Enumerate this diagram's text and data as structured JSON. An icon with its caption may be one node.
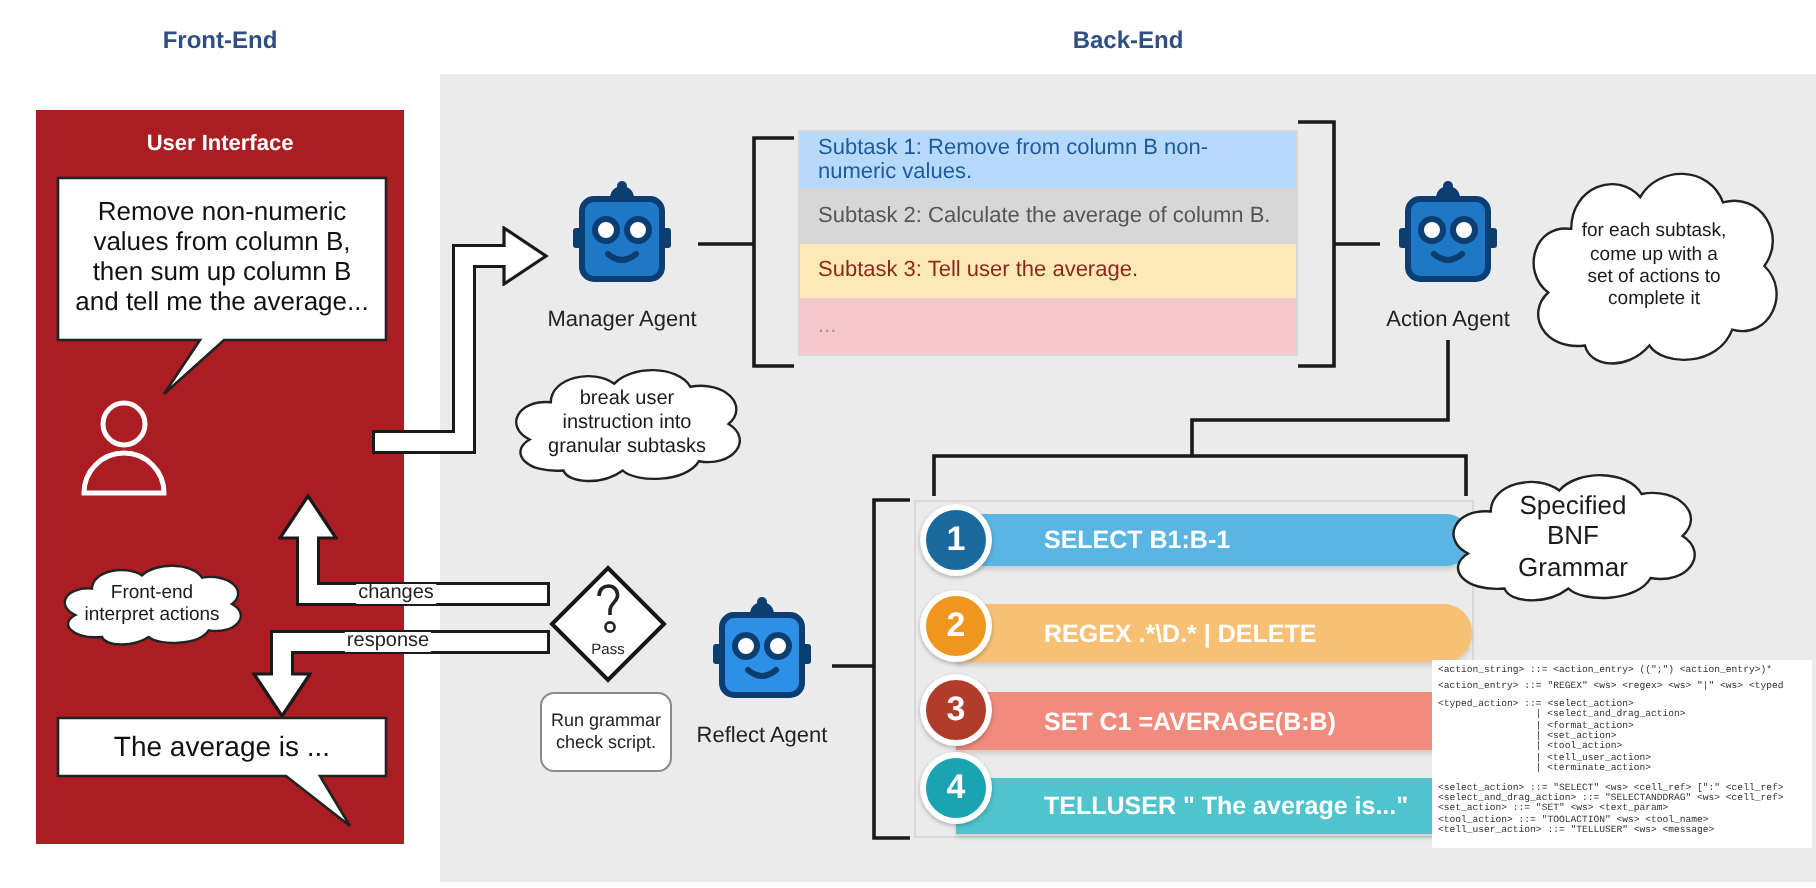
{
  "diagram": {
    "nodes": [
      {
        "text": [
          "Front-End",
          "User Interface"
        ]
      },
      {
        "text": [
          "Remove non-numeric values from column B, then sum up column B and tell me the average..."
        ],
        "in": 0
      },
      {
        "text": [
          "Front-end interpret actions"
        ],
        "in": 0
      },
      {
        "text": [
          "The average is ..."
        ],
        "in": 0
      },
      {
        "text": [
          "Back-End"
        ]
      },
      {
        "text": [
          "Manager Agent"
        ],
        "in": 4
      },
      {
        "text": [
          "break user instruction into granular subtasks"
        ],
        "in": 4
      },
      {
        "text": [],
        "shape": "box",
        "in": 4
      },
      {
        "text": [
          "Subtask 1: Remove from column B non-numeric values."
        ],
        "in": 7
      },
      {
        "text": [
          "Subtask 2: Calculate the average of column B."
        ],
        "in": 7
      },
      {
        "text": [
          "Subtask 3: Tell user the average."
        ],
        "in": 7
      },
      {
        "text": [
          "..."
        ],
        "in": 7
      },
      {
        "text": [
          "Action Agent"
        ],
        "in": 4
      },
      {
        "text": [
          "for each subtask, come up with a set of actions to complete it"
        ],
        "in": 4
      },
      {
        "text": [],
        "shape": "box",
        "in": 4
      },
      {
        "text": [
          "1",
          "SELECT B1:B-1"
        ],
        "in": 14
      },
      {
        "text": [
          "2",
          "REGEX .*\\D.* | DELETE"
        ],
        "in": 14
      },
      {
        "text": [
          "3",
          "SET C1 =AVERAGE(B:B)"
        ],
        "in": 14
      },
      {
        "text": [
          "4",
          "TELLUSER \" The average is...\""
        ],
        "in": 14
      },
      {
        "text": [
          "Specified BNF Grammar"
        ],
        "in": 4
      },
      {
        "text": [
          "Pass"
        ],
        "in": 4
      },
      {
        "text": [
          "Run grammar check script."
        ],
        "in": 4
      },
      {
        "text": [
          "Reflect Agent"
        ],
        "in": 4
      }
    ],
    "edges": [
      {
        "from": null,
        "to": 5,
        "arrow": "to",
        "style": "thick"
      },
      {
        "from": 20,
        "to": 0,
        "arrow": "to",
        "label": "changes",
        "style": "thick"
      },
      {
        "from": 20,
        "to": 3,
        "arrow": "to",
        "label": "response",
        "style": "thick"
      },
      {
        "from": 5,
        "to": 7,
        "arrow": "none"
      },
      {
        "from": 7,
        "to": 12,
        "arrow": "none"
      },
      {
        "from": 12,
        "to": 14,
        "arrow": "none"
      },
      {
        "from": 22,
        "to": 14,
        "arrow": "none"
      }
    ],
    "labels": [
      "<action_string> ::= <action_entry> ((\";\") <action_entry>)*",
      "<action_entry> ::= \"REGEX\" <ws> <regex> <ws> \"|\" <ws> <typed",
      "<typed_action> ::= <select_action>",
      "| <select_and_drag_action>",
      "| <format_action>",
      "| <set_action>",
      "| <tool_action>",
      "| <tell_user_action>",
      "| <terminate_action>",
      "<select_action> ::= \"SELECT\" <ws> <cell_ref> [\":\" <cell_ref>",
      "<select_and_drag_action> ::= \"SELECTANDDRAG\" <ws> <cell_ref>",
      "<set_action> ::= \"SET\" <ws> <text_param>",
      "<tool_action> ::= \"TOOLACTION\" <ws> <tool_name>",
      "<tell_user_action> ::= \"TELLUSER\" <ws> <message>"
    ]
  }
}
